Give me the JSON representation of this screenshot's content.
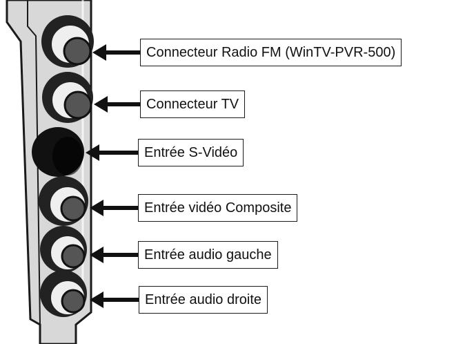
{
  "diagram": {
    "labels": [
      "Connecteur Radio FM (WinTV-PVR-500)",
      "Connecteur TV",
      "Entrée S-Vidéo",
      "Entrée vidéo Composite",
      "Entrée audio gauche",
      "Entrée audio droite"
    ],
    "connectors": [
      "coax-connector-icon",
      "coax-connector-icon",
      "s-video-connector-icon",
      "rca-connector-icon",
      "rca-connector-icon",
      "rca-connector-icon"
    ]
  },
  "colors": {
    "bracket_fill": "#d8d8d8",
    "bracket_outline": "#1a1a1a",
    "ring_dark": "#222222",
    "ring_light": "#efefef",
    "pin": "#555555",
    "arrow": "#111111"
  }
}
